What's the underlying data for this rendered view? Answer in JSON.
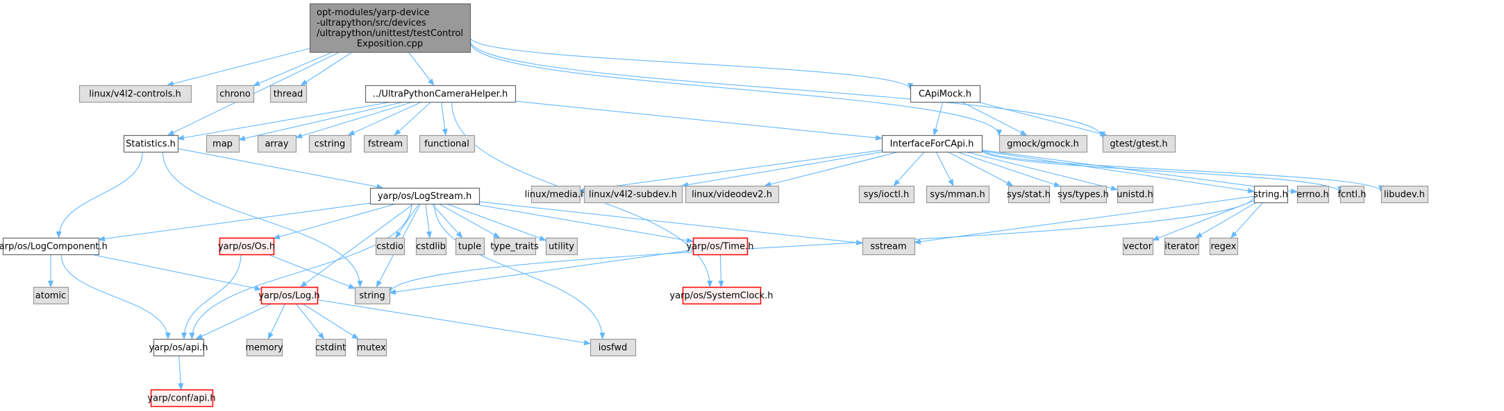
{
  "colors": {
    "edge": "#63b8ff",
    "root_fill": "#999999",
    "root_stroke": "#666666",
    "local_fill": "#ffffff",
    "local_stroke": "#666666",
    "system_fill": "#e0e0e0",
    "system_stroke": "#999999",
    "missing_fill": "#fff0f0",
    "missing_stroke": "#ff0000"
  },
  "nodes": [
    {
      "id": "root",
      "kind": "root",
      "lines": [
        "opt-modules/yarp-device",
        "-ultrapython/src/devices",
        "/ultrapython/unittest/testControl",
        "Exposition.cpp"
      ]
    },
    {
      "id": "v4l2controls",
      "kind": "system",
      "label": "linux/v4l2-controls.h"
    },
    {
      "id": "chrono",
      "kind": "system",
      "label": "chrono"
    },
    {
      "id": "thread",
      "kind": "system",
      "label": "thread"
    },
    {
      "id": "helper",
      "kind": "local",
      "label": "../UltraPythonCameraHelper.h"
    },
    {
      "id": "capimock",
      "kind": "local",
      "label": "CApiMock.h"
    },
    {
      "id": "statistics",
      "kind": "local",
      "label": "Statistics.h"
    },
    {
      "id": "map",
      "kind": "system",
      "label": "map"
    },
    {
      "id": "array",
      "kind": "system",
      "label": "array"
    },
    {
      "id": "cstring",
      "kind": "system",
      "label": "cstring"
    },
    {
      "id": "fstream",
      "kind": "system",
      "label": "fstream"
    },
    {
      "id": "functional",
      "kind": "system",
      "label": "functional"
    },
    {
      "id": "ifcapi",
      "kind": "local",
      "label": "InterfaceForCApi.h"
    },
    {
      "id": "gmock",
      "kind": "system",
      "label": "gmock/gmock.h"
    },
    {
      "id": "gtest",
      "kind": "system",
      "label": "gtest/gtest.h"
    },
    {
      "id": "logstream",
      "kind": "local",
      "label": "yarp/os/LogStream.h"
    },
    {
      "id": "media",
      "kind": "system",
      "label": "linux/media.h"
    },
    {
      "id": "v4l2subdev",
      "kind": "system",
      "label": "linux/v4l2-subdev.h"
    },
    {
      "id": "videodev2",
      "kind": "system",
      "label": "linux/videodev2.h"
    },
    {
      "id": "ioctl",
      "kind": "system",
      "label": "sys/ioctl.h"
    },
    {
      "id": "mman",
      "kind": "system",
      "label": "sys/mman.h"
    },
    {
      "id": "stat",
      "kind": "system",
      "label": "sys/stat.h"
    },
    {
      "id": "types",
      "kind": "system",
      "label": "sys/types.h"
    },
    {
      "id": "unistd",
      "kind": "system",
      "label": "unistd.h"
    },
    {
      "id": "stringh",
      "kind": "local",
      "label": "string.h"
    },
    {
      "id": "errno",
      "kind": "system",
      "label": "errno.h"
    },
    {
      "id": "fcntl",
      "kind": "system",
      "label": "fcntl.h"
    },
    {
      "id": "libudev",
      "kind": "system",
      "label": "libudev.h"
    },
    {
      "id": "logcomponent",
      "kind": "local",
      "label": "yarp/os/LogComponent.h"
    },
    {
      "id": "os",
      "kind": "missing",
      "label": "yarp/os/Os.h"
    },
    {
      "id": "cstdio",
      "kind": "system",
      "label": "cstdio"
    },
    {
      "id": "cstdlib",
      "kind": "system",
      "label": "cstdlib"
    },
    {
      "id": "tuple",
      "kind": "system",
      "label": "tuple"
    },
    {
      "id": "typetraits",
      "kind": "system",
      "label": "type_traits"
    },
    {
      "id": "utility",
      "kind": "system",
      "label": "utility"
    },
    {
      "id": "time",
      "kind": "missing",
      "label": "yarp/os/Time.h"
    },
    {
      "id": "sstream",
      "kind": "system",
      "label": "sstream"
    },
    {
      "id": "vector",
      "kind": "system",
      "label": "vector"
    },
    {
      "id": "iterator",
      "kind": "system",
      "label": "iterator"
    },
    {
      "id": "regex",
      "kind": "system",
      "label": "regex"
    },
    {
      "id": "atomic",
      "kind": "system",
      "label": "atomic"
    },
    {
      "id": "log",
      "kind": "missing",
      "label": "yarp/os/Log.h"
    },
    {
      "id": "string",
      "kind": "system",
      "label": "string"
    },
    {
      "id": "systemclock",
      "kind": "missing",
      "label": "yarp/os/SystemClock.h"
    },
    {
      "id": "api",
      "kind": "local",
      "label": "yarp/os/api.h"
    },
    {
      "id": "memory",
      "kind": "system",
      "label": "memory"
    },
    {
      "id": "cstdint",
      "kind": "system",
      "label": "cstdint"
    },
    {
      "id": "mutex",
      "kind": "system",
      "label": "mutex"
    },
    {
      "id": "iosfwd",
      "kind": "system",
      "label": "iosfwd"
    },
    {
      "id": "confapi",
      "kind": "missing",
      "label": "yarp/conf/api.h"
    }
  ],
  "edges": [
    [
      "root",
      "v4l2controls"
    ],
    [
      "root",
      "chrono"
    ],
    [
      "root",
      "thread"
    ],
    [
      "root",
      "helper"
    ],
    [
      "root",
      "capimock"
    ],
    [
      "root",
      "statistics"
    ],
    [
      "root",
      "gmock"
    ],
    [
      "root",
      "gtest"
    ],
    [
      "helper",
      "statistics"
    ],
    [
      "helper",
      "map"
    ],
    [
      "helper",
      "array"
    ],
    [
      "helper",
      "cstring"
    ],
    [
      "helper",
      "fstream"
    ],
    [
      "helper",
      "functional"
    ],
    [
      "helper",
      "ifcapi"
    ],
    [
      "helper",
      "systemclock"
    ],
    [
      "capimock",
      "ifcapi"
    ],
    [
      "capimock",
      "gmock"
    ],
    [
      "capimock",
      "gtest"
    ],
    [
      "statistics",
      "logstream"
    ],
    [
      "statistics",
      "logcomponent"
    ],
    [
      "statistics",
      "string"
    ],
    [
      "ifcapi",
      "media"
    ],
    [
      "ifcapi",
      "v4l2subdev"
    ],
    [
      "ifcapi",
      "videodev2"
    ],
    [
      "ifcapi",
      "ioctl"
    ],
    [
      "ifcapi",
      "mman"
    ],
    [
      "ifcapi",
      "stat"
    ],
    [
      "ifcapi",
      "types"
    ],
    [
      "ifcapi",
      "unistd"
    ],
    [
      "ifcapi",
      "stringh"
    ],
    [
      "ifcapi",
      "errno"
    ],
    [
      "ifcapi",
      "fcntl"
    ],
    [
      "ifcapi",
      "libudev"
    ],
    [
      "logstream",
      "logcomponent"
    ],
    [
      "logstream",
      "os"
    ],
    [
      "logstream",
      "cstdio"
    ],
    [
      "logstream",
      "cstdlib"
    ],
    [
      "logstream",
      "tuple"
    ],
    [
      "logstream",
      "typetraits"
    ],
    [
      "logstream",
      "utility"
    ],
    [
      "logstream",
      "time"
    ],
    [
      "logstream",
      "sstream"
    ],
    [
      "logstream",
      "string"
    ],
    [
      "logstream",
      "log"
    ],
    [
      "logstream",
      "api"
    ],
    [
      "logstream",
      "iosfwd"
    ],
    [
      "stringh",
      "vector"
    ],
    [
      "stringh",
      "iterator"
    ],
    [
      "stringh",
      "regex"
    ],
    [
      "stringh",
      "string"
    ],
    [
      "stringh",
      "sstream"
    ],
    [
      "logcomponent",
      "atomic"
    ],
    [
      "logcomponent",
      "log"
    ],
    [
      "logcomponent",
      "api"
    ],
    [
      "os",
      "string"
    ],
    [
      "os",
      "api"
    ],
    [
      "time",
      "string"
    ],
    [
      "time",
      "systemclock"
    ],
    [
      "log",
      "api"
    ],
    [
      "log",
      "memory"
    ],
    [
      "log",
      "cstdint"
    ],
    [
      "log",
      "mutex"
    ],
    [
      "log",
      "iosfwd"
    ],
    [
      "api",
      "confapi"
    ]
  ]
}
